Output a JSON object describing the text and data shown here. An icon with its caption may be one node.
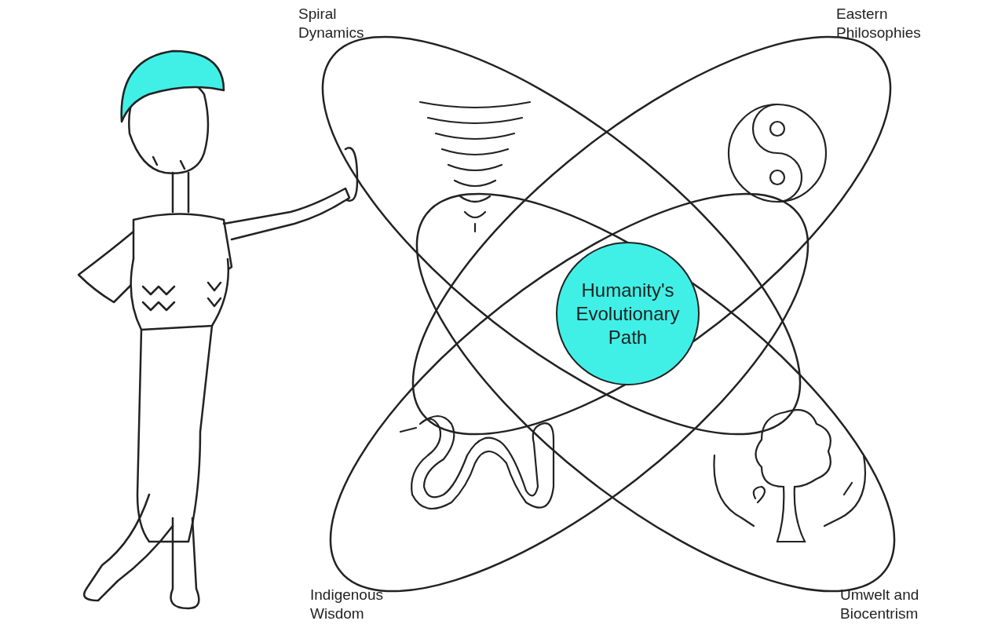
{
  "diagram": {
    "nodes": [
      {
        "text": [
          "Spiral Dynamics"
        ]
      },
      {
        "text": [
          "Eastern Philosophies"
        ]
      },
      {
        "text": [
          "Indigenous Wisdom"
        ]
      },
      {
        "text": [
          "Umwelt and Biocentrism"
        ]
      },
      {
        "text": [
          "Humanity's Evolutionary Path"
        ]
      }
    ],
    "edges": []
  }
}
